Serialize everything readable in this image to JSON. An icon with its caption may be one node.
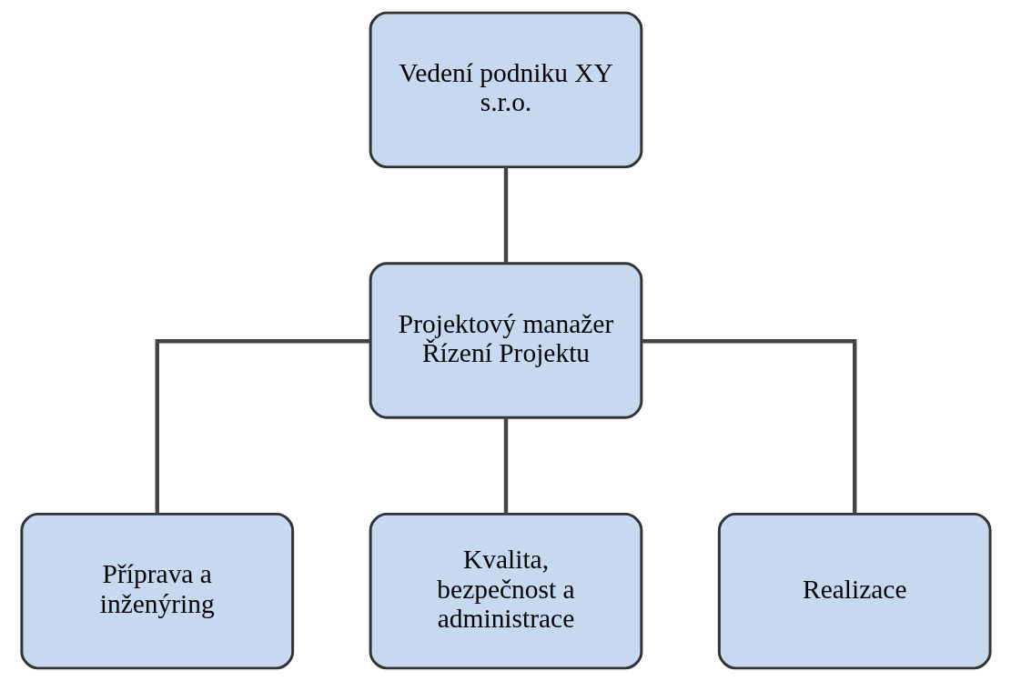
{
  "diagram": {
    "nodes": [
      {
        "text": [
          "Vedení podniku XY s.r.o."
        ]
      },
      {
        "text": [
          "Projektový manažer Řízení Projektu"
        ]
      },
      {
        "text": [
          "Příprava a inženýring"
        ]
      },
      {
        "text": [
          "Kvalita, bezpečnost a administrace"
        ]
      },
      {
        "text": [
          "Realizace"
        ]
      }
    ],
    "edges": [
      {
        "from": 0,
        "to": 1,
        "arrow": "none"
      },
      {
        "from": 1,
        "to": 2,
        "arrow": "none"
      },
      {
        "from": 1,
        "to": 3,
        "arrow": "none"
      },
      {
        "from": 1,
        "to": 4,
        "arrow": "none"
      }
    ]
  }
}
